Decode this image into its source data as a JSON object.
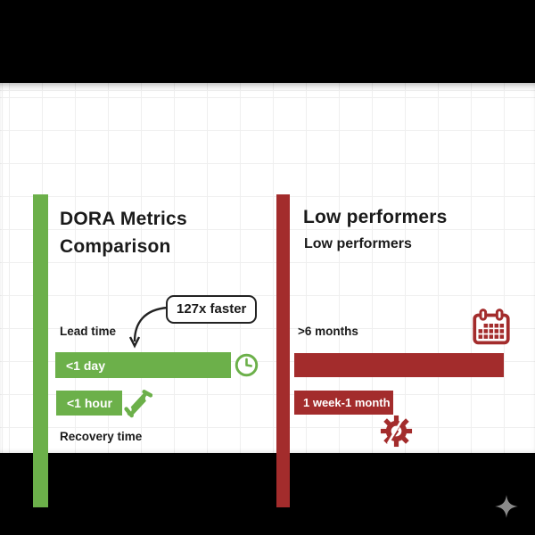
{
  "colors": {
    "elite_green": "#6cb04a",
    "low_red": "#a32c2c",
    "background": "#000000",
    "canvas": "#ffffff",
    "grid_line": "#efefef",
    "text": "#1a1a1a",
    "sparkle_gray": "#8a8a8a"
  },
  "left_panel": {
    "title": "DORA Metrics\nComparison",
    "callout": "127x faster",
    "lead_time_label": "Lead time",
    "lead_time_bar": "<1 day",
    "recovery_bar": "<1 hour",
    "recovery_label": "Recovery time",
    "icons": [
      "clock-icon",
      "wrench-icon"
    ]
  },
  "right_panel": {
    "title": "Low performers",
    "subtitle": "Low performers",
    "lead_time_label": ">6 months",
    "lead_time_bar": "",
    "recovery_bar": "1 week-1 month",
    "icons": [
      "calendar-icon",
      "gear-failure-icon"
    ]
  },
  "footer": {
    "icons": [
      "sparkle-icon"
    ]
  }
}
